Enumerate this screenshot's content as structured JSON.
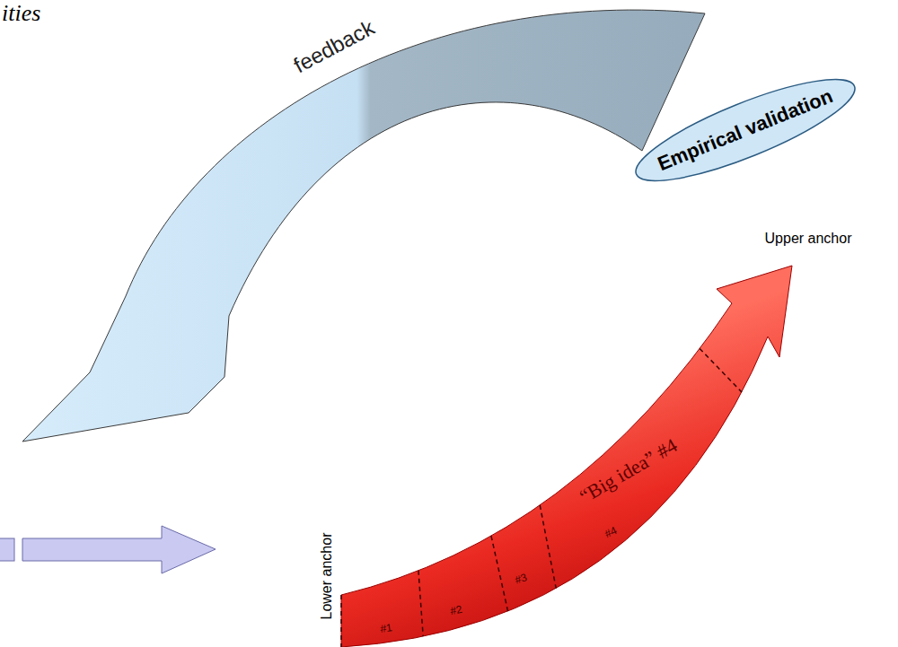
{
  "diagram": {
    "nodes": [
      {
        "text": [
          "Empirical validation"
        ]
      },
      {
        "text": [
          "“Big idea” #4",
          "#1",
          "#2",
          "#3",
          "#4"
        ]
      }
    ],
    "labels": [
      "ities",
      "feedback",
      "Upper anchor",
      "Lower anchor"
    ]
  }
}
